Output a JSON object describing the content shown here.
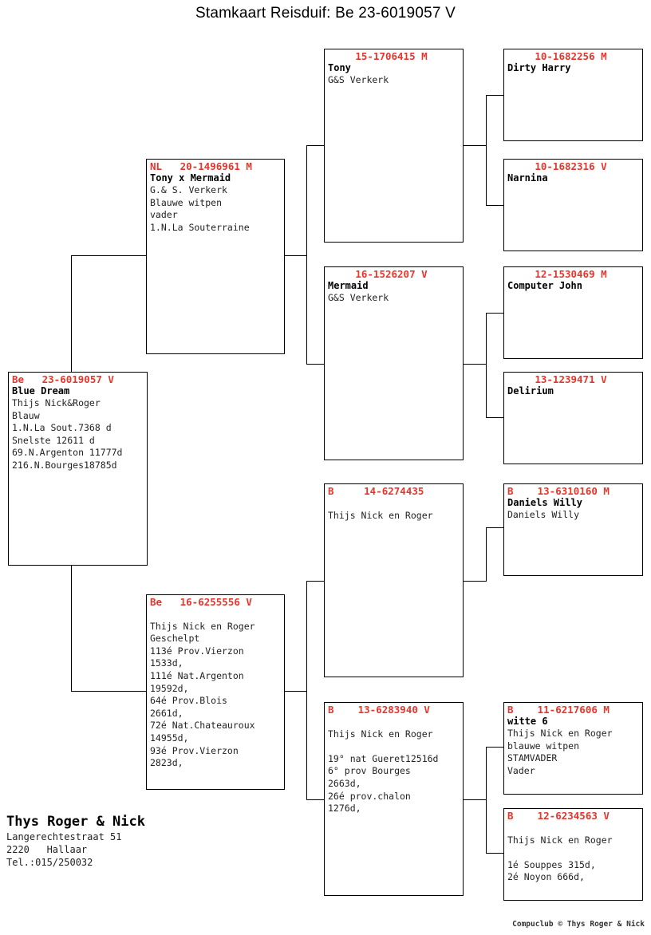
{
  "title": "Stamkaart Reisduif: Be  23-6019057 V",
  "colors": {
    "ring_red": "#e8352c",
    "text": "#000000",
    "line": "#000000"
  },
  "owner": {
    "name": "Thys Roger & Nick",
    "street": "Langerechtestraat 51",
    "city": "2220   Hallaar",
    "phone": "Tel.:015/250032"
  },
  "credit": "Compuclub © Thys Roger & Nick",
  "subject": {
    "ring": "Be   23-6019057 V",
    "name": "Blue Dream",
    "lines": [
      "Thijs Nick&Roger",
      "Blauw",
      "1.N.La Sout.7368 d",
      "Snelste 12611 d",
      "69.N.Argenton 11777d",
      "216.N.Bourges18785d"
    ]
  },
  "father": {
    "ring": "NL   20-1496961 M",
    "name": "Tony x Mermaid",
    "lines": [
      "G.& S. Verkerk",
      "Blauwe witpen",
      "vader",
      "1.N.La Souterraine"
    ]
  },
  "mother": {
    "ring": "Be   16-6255556 V",
    "name": "",
    "lines": [
      "",
      "Thijs Nick en Roger",
      "Geschelpt",
      "113é Prov.Vierzon",
      "1533d,",
      "111é Nat.Argenton",
      "19592d,",
      "64é Prov.Blois",
      "2661d,",
      "72é Nat.Chateauroux",
      "14955d,",
      "93é Prov.Vierzon",
      "2823d,"
    ]
  },
  "grandparents": [
    {
      "ring": "15-1706415 M",
      "name": "Tony",
      "lines": [
        "G&S Verkerk"
      ]
    },
    {
      "ring": "16-1526207 V",
      "name": "Mermaid",
      "lines": [
        "G&S Verkerk"
      ]
    },
    {
      "ring": "B     14-6274435",
      "name": "",
      "lines": [
        "",
        "Thijs Nick en Roger"
      ]
    },
    {
      "ring": "B    13-6283940 V",
      "name": "",
      "lines": [
        "",
        "Thijs Nick en Roger",
        "",
        "19° nat Gueret12516d",
        "6° prov Bourges",
        "2663d,",
        "26é prov.chalon",
        "1276d,"
      ]
    }
  ],
  "great_grandparents": [
    {
      "ring": "10-1682256 M",
      "name": "Dirty Harry",
      "lines": []
    },
    {
      "ring": "10-1682316 V",
      "name": "Narnina",
      "lines": []
    },
    {
      "ring": "12-1530469 M",
      "name": "Computer John",
      "lines": []
    },
    {
      "ring": "13-1239471 V",
      "name": "Delirium",
      "lines": []
    },
    {
      "ring": "B    13-6310160 M",
      "name": "Daniels Willy",
      "lines": [
        "Daniels Willy"
      ]
    },
    {
      "ring": "B    11-6217606 M",
      "name": "witte 6",
      "lines": [
        "Thijs Nick en Roger",
        "blauwe witpen",
        "STAMVADER",
        "Vader"
      ]
    },
    {
      "ring": "B    12-6234563 V",
      "name": "",
      "lines": [
        "",
        "Thijs Nick en Roger",
        "",
        "1é Souppes 315d,",
        "2é Noyon 666d,"
      ]
    }
  ]
}
